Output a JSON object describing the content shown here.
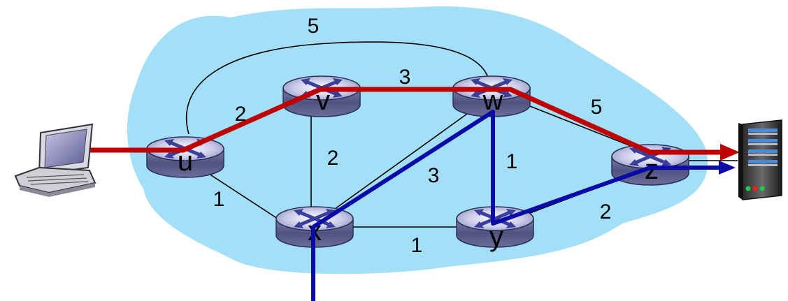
{
  "nodes": [
    {
      "id": "u",
      "label": "u"
    },
    {
      "id": "v",
      "label": "v"
    },
    {
      "id": "w",
      "label": "w"
    },
    {
      "id": "x",
      "label": "x"
    },
    {
      "id": "y",
      "label": "y"
    },
    {
      "id": "z",
      "label": "z"
    }
  ],
  "edges": [
    {
      "from": "u",
      "to": "w",
      "cost": "5"
    },
    {
      "from": "u",
      "to": "v",
      "cost": "2"
    },
    {
      "from": "v",
      "to": "w",
      "cost": "3"
    },
    {
      "from": "v",
      "to": "x",
      "cost": "2"
    },
    {
      "from": "w",
      "to": "x",
      "cost": "3"
    },
    {
      "from": "w",
      "to": "y",
      "cost": "1"
    },
    {
      "from": "w",
      "to": "z",
      "cost": "5"
    },
    {
      "from": "u",
      "to": "x",
      "cost": "1"
    },
    {
      "from": "x",
      "to": "y",
      "cost": "1"
    },
    {
      "from": "y",
      "to": "z",
      "cost": "2"
    }
  ],
  "paths": [
    {
      "name": "red",
      "color": "#c00000",
      "hops": [
        "host",
        "u",
        "v",
        "w",
        "z",
        "server"
      ]
    },
    {
      "name": "blue",
      "color": "#0a0aa8",
      "hops": [
        "x",
        "w",
        "y",
        "z",
        "server"
      ]
    }
  ],
  "colors": {
    "cloud": "#a3dff7",
    "router_body": "#5b5f8a",
    "router_top": "#b9bce0",
    "router_arrows": "#3a3f9a"
  },
  "icons": [
    "laptop-icon",
    "server-icon",
    "router-icon"
  ]
}
